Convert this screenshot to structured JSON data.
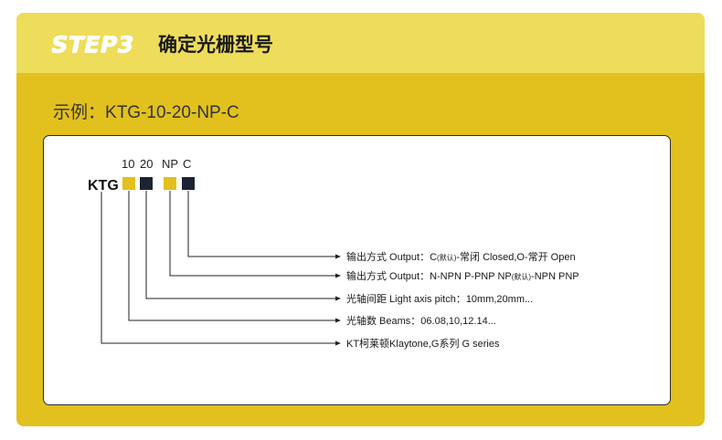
{
  "header": {
    "step": "STEP3",
    "title": "确定光栅型号"
  },
  "example": {
    "label": "示例：",
    "code": "KTG-10-20-NP-C"
  },
  "diagram": {
    "prefix": "KTG",
    "codes": [
      "10",
      "20",
      "NP",
      "C"
    ],
    "descriptions": [
      {
        "pre": "输出方式 Output：C",
        "small": "(默认)",
        "post": "-常闭 Closed,O-常开 Open"
      },
      {
        "pre": "输出方式 Output：N-NPN  P-PNP  NP",
        "small": "(默认)",
        "post": "-NPN PNP"
      },
      {
        "pre": "光轴间距 Light axis pitch：10mm,20mm...",
        "small": "",
        "post": ""
      },
      {
        "pre": "光轴数 Beams：06.08,10,12.14...",
        "small": "",
        "post": ""
      },
      {
        "pre": "KT柯莱顿Klaytone,G系列 G series",
        "small": "",
        "post": ""
      }
    ]
  },
  "colors": {
    "yellow_box": "#e2c01e",
    "dark_box": "#1c2433",
    "card": "#e2c01e",
    "header": "#eedd5a"
  }
}
